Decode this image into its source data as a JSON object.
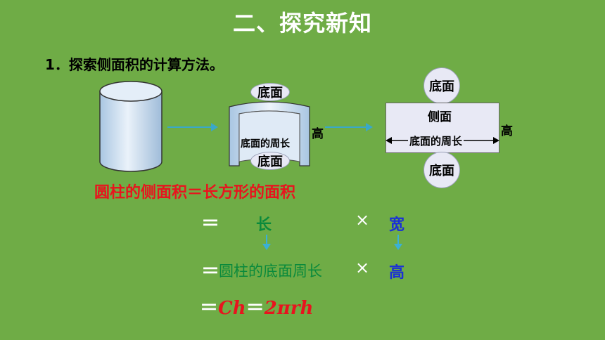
{
  "title": "二、探究新知",
  "subtitle": "1．探索侧面积的计算方法。",
  "figure": {
    "middle": {
      "top_label": "底面",
      "bottom_label": "底面",
      "perimeter_label": "底面的周长",
      "height_label": "高"
    },
    "right": {
      "top_label": "底面",
      "bottom_label": "底面",
      "side_label": "侧面",
      "perimeter_label": "底面的周长",
      "height_label": "高"
    }
  },
  "formula": {
    "line1": "圆柱的侧面积＝长方形的面积",
    "line2": {
      "eq": "＝",
      "left": "长",
      "times": "×",
      "right": "宽"
    },
    "line3": {
      "eq": "＝",
      "left": "圆柱的底面周长",
      "times": "×",
      "right": "高"
    },
    "line4": {
      "eq1": "＝",
      "expr1": "Ch",
      "eq2": "＝",
      "expr2": "2πrh"
    }
  },
  "colors": {
    "background": "#6fac46",
    "red": "#e8141e",
    "green": "#0a8a3c",
    "blue": "#1a30d6",
    "arrow": "#3aa8c8"
  }
}
